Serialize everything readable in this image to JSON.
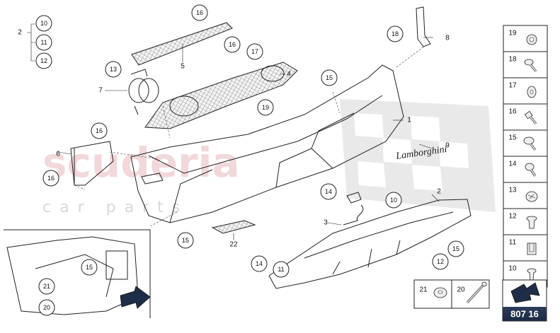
{
  "watermark": {
    "logo_text": "scuderia",
    "sub_text": "car parts"
  },
  "badge_text": "Lamborghini",
  "diagram_number": "807 16",
  "callouts": {
    "c10_top": "10",
    "c11_top": "11",
    "c12_top": "12",
    "c16_mesh": "16",
    "c16_grille": "16",
    "c17_grille": "17",
    "c13": "13",
    "c15_bumper": "15",
    "c19": "19",
    "c16_left_upper": "16",
    "c16_left_lower": "16",
    "c18": "18",
    "c14_sensor": "14",
    "c10_diffuser": "10",
    "c15_mid": "15",
    "c15_diffuser": "15",
    "c12_diffuser": "12",
    "c14_lower": "14",
    "c11_lower": "11",
    "c15_inset": "15",
    "c21_inset": "21",
    "c20_inset": "20"
  },
  "labels": {
    "l2_top": "2",
    "l5": "5",
    "l4": "4",
    "l7": "7",
    "l1": "1",
    "l8": "8",
    "l9": "9",
    "l6": "6",
    "l3": "3",
    "l22": "22",
    "l2_diffuser": "2"
  },
  "legend": [
    {
      "number": "19",
      "icon": "clip-nut-icon"
    },
    {
      "number": "18",
      "icon": "pan-screw-icon"
    },
    {
      "number": "17",
      "icon": "washer-icon"
    },
    {
      "number": "16",
      "icon": "hex-bolt-icon"
    },
    {
      "number": "15",
      "icon": "flange-screw-icon"
    },
    {
      "number": "14",
      "icon": "torx-screw-icon"
    },
    {
      "number": "13",
      "icon": "speed-nut-icon"
    },
    {
      "number": "12",
      "icon": "expansion-rivet-icon"
    },
    {
      "number": "11",
      "icon": "spring-clip-icon"
    },
    {
      "number": "10",
      "icon": "push-rivet-icon"
    }
  ],
  "legend_bottom": [
    {
      "number": "21",
      "icon": "flat-washer-icon"
    },
    {
      "number": "20",
      "icon": "long-bolt-icon"
    }
  ]
}
